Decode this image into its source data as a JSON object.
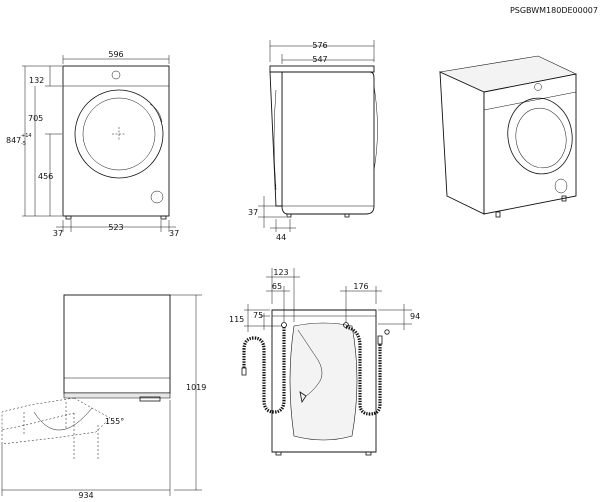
{
  "document_code": "PSGBWM180DE00007",
  "front_view": {
    "width": "596",
    "top_panel": "132",
    "height_total": "847",
    "height_tolerance_plus": "+14",
    "height_tolerance_minus": "-5",
    "height_body": "705",
    "door_center_height": "456",
    "foot_left": "37",
    "foot_span": "523",
    "foot_right": "37"
  },
  "side_view": {
    "depth_total": "576",
    "depth_body": "547",
    "foot_height": "37",
    "foot_offset": "44"
  },
  "bottom_left_view": {
    "door_angle": "155°",
    "depth_with_door_open": "934",
    "height_total": "1019"
  },
  "rear_view": {
    "inlet_offset": "123",
    "inlet_inner": "65",
    "drain_offset": "176",
    "inlet_height_outer": "115",
    "inlet_height_inner": "75",
    "drain_height": "94"
  }
}
